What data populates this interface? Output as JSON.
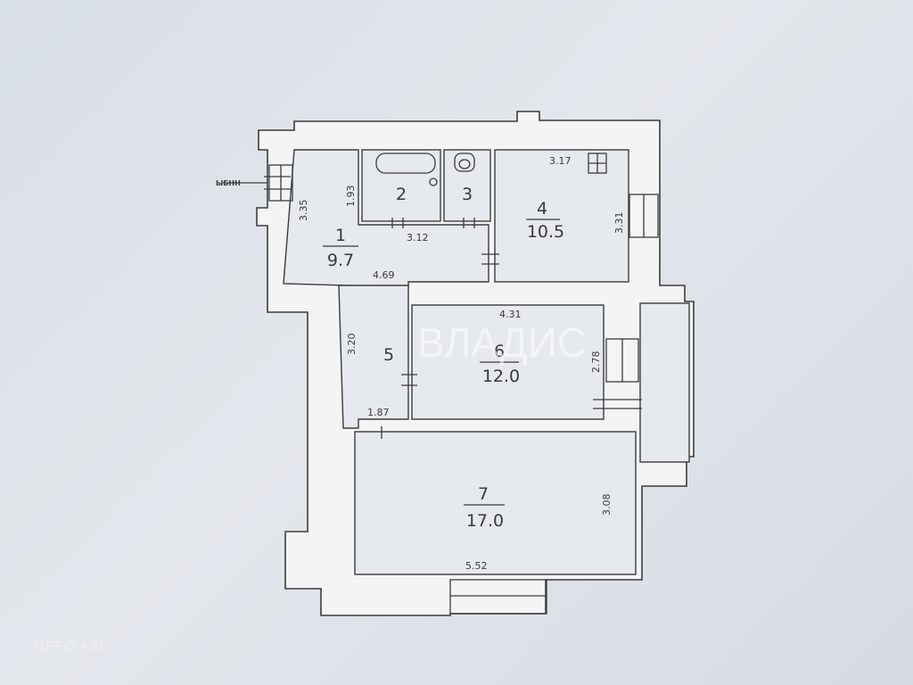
{
  "rooms": [
    {
      "number": "1",
      "area": "9.7"
    },
    {
      "number": "2",
      "area": ""
    },
    {
      "number": "3",
      "area": ""
    },
    {
      "number": "4",
      "area": "10.5"
    },
    {
      "number": "5",
      "area": ""
    },
    {
      "number": "6",
      "area": "12.0"
    },
    {
      "number": "7",
      "area": "17.0"
    }
  ],
  "dimensions": {
    "d335": "3.35",
    "d193": "1.93",
    "d312": "3.12",
    "d469": "4.69",
    "d317": "3.17",
    "d331": "3.31",
    "d431": "4.31",
    "d320": "3.20",
    "d278": "2.78",
    "d187": "1.87",
    "d308": "3.08",
    "d552": "5.52"
  },
  "exterior_mark": "ЫБНН",
  "watermark": "ВЛАДИС",
  "camera_label": "OPPO A91",
  "colors": {
    "wall": "#ffffff",
    "line": "#3c3c3c",
    "paper": "#e1e5ea"
  }
}
